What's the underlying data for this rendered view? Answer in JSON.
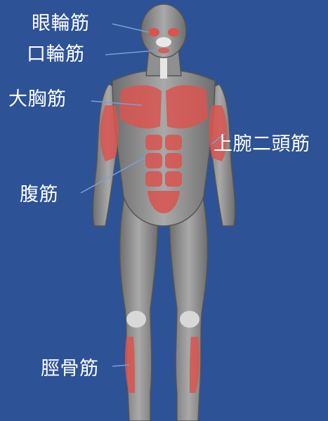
{
  "diagram": {
    "background_color": "#2d5296",
    "body_color": "#8a8a8a",
    "highlight_color": "#d9534f",
    "leader_line_color": "#7aa0d6",
    "labels": {
      "orbicularis_oculi": "眼輪筋",
      "orbicularis_oris": "口輪筋",
      "pectoralis_major": "大胸筋",
      "biceps": "上腕二頭筋",
      "abdominal": "腹筋",
      "tibialis": "脛骨筋"
    }
  }
}
